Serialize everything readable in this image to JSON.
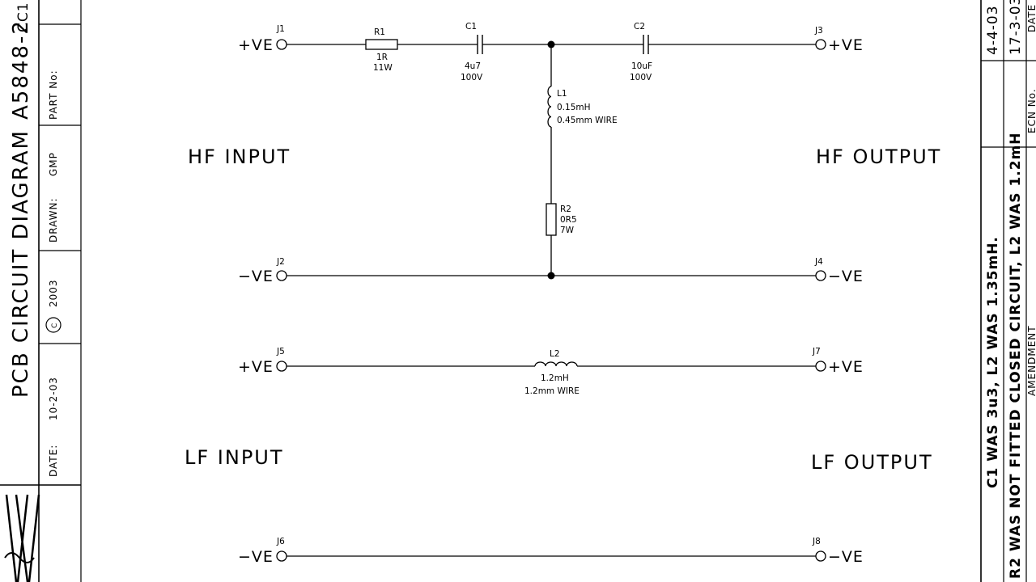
{
  "title_block": {
    "part_no": "A5848-2",
    "part_no_label": "PART No:",
    "code": "CC1",
    "title": "PCB CIRCUIT DIAGRAM",
    "drawn_label": "DRAWN:",
    "drawn_by": "GMP",
    "copyright_symbol": "C",
    "copyright_year": "2003",
    "date_value": "10-2-03",
    "date_label": "DATE:",
    "logo_text": "B&W"
  },
  "amendments": {
    "row1_text": "C1 WAS 3u3, L2 WAS 1.35mH.",
    "row1_date": "4-4-03",
    "row2_text": "R2 WAS NOT FITTED CLOSED CIRCUIT, L2 WAS 1.2mH",
    "row2_date": "17-3-03",
    "amendment_label": "AMENDMENT",
    "ecn_label": "ECN No.",
    "date_label": "DATE"
  },
  "sections": {
    "hf_input": "HF INPUT",
    "hf_output": "HF OUTPUT",
    "lf_input": "LF INPUT",
    "lf_output": "LF OUTPUT"
  },
  "terminals": {
    "j1": {
      "ref": "J1",
      "pol": "+VE"
    },
    "j2": {
      "ref": "J2",
      "pol": "−VE"
    },
    "j3": {
      "ref": "J3",
      "pol": "+VE"
    },
    "j4": {
      "ref": "J4",
      "pol": "−VE"
    },
    "j5": {
      "ref": "J5",
      "pol": "+VE"
    },
    "j6": {
      "ref": "J6",
      "pol": "−VE"
    },
    "j7": {
      "ref": "J7",
      "pol": "+VE"
    },
    "j8": {
      "ref": "J8",
      "pol": "−VE"
    }
  },
  "components": {
    "r1": {
      "ref": "R1",
      "value": "1R",
      "rating": "11W"
    },
    "c1": {
      "ref": "C1",
      "value": "4u7",
      "rating": "100V"
    },
    "c2": {
      "ref": "C2",
      "value": "10uF",
      "rating": "100V"
    },
    "l1": {
      "ref": "L1",
      "value": "0.15mH",
      "wire": "0.45mm  WIRE"
    },
    "r2": {
      "ref": "R2",
      "value": "0R5",
      "rating": "7W"
    },
    "l2": {
      "ref": "L2",
      "value": "1.2mH",
      "wire": "1.2mm  WIRE"
    }
  }
}
